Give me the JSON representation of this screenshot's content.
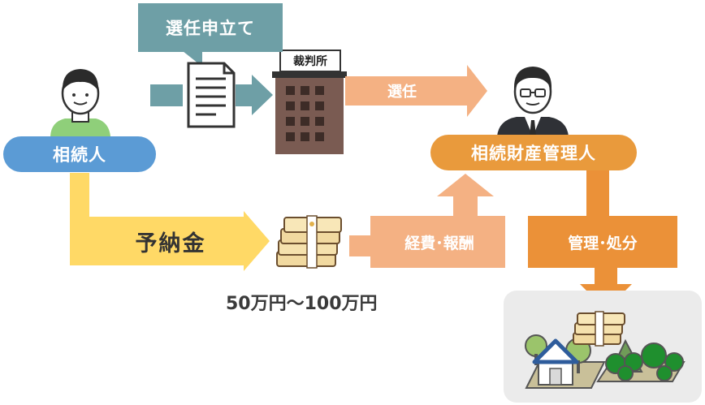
{
  "labels": {
    "petition": "選任申立て",
    "court": "裁判所",
    "appointment": "選任",
    "heir": "相続人",
    "administrator": "相続財産管理人",
    "deposit": "予納金",
    "expenses": "経費･報酬",
    "management": "管理･処分",
    "amount": "50万円～100万円"
  },
  "colors": {
    "teal": "#6e9fa6",
    "blue": "#5b9bd5",
    "yellow": "#ffd966",
    "light_orange": "#f4b183",
    "orange": "#e99a3c",
    "dark_orange": "#eb9138",
    "building": "#7a5b52",
    "panel": "#ebebeb"
  }
}
